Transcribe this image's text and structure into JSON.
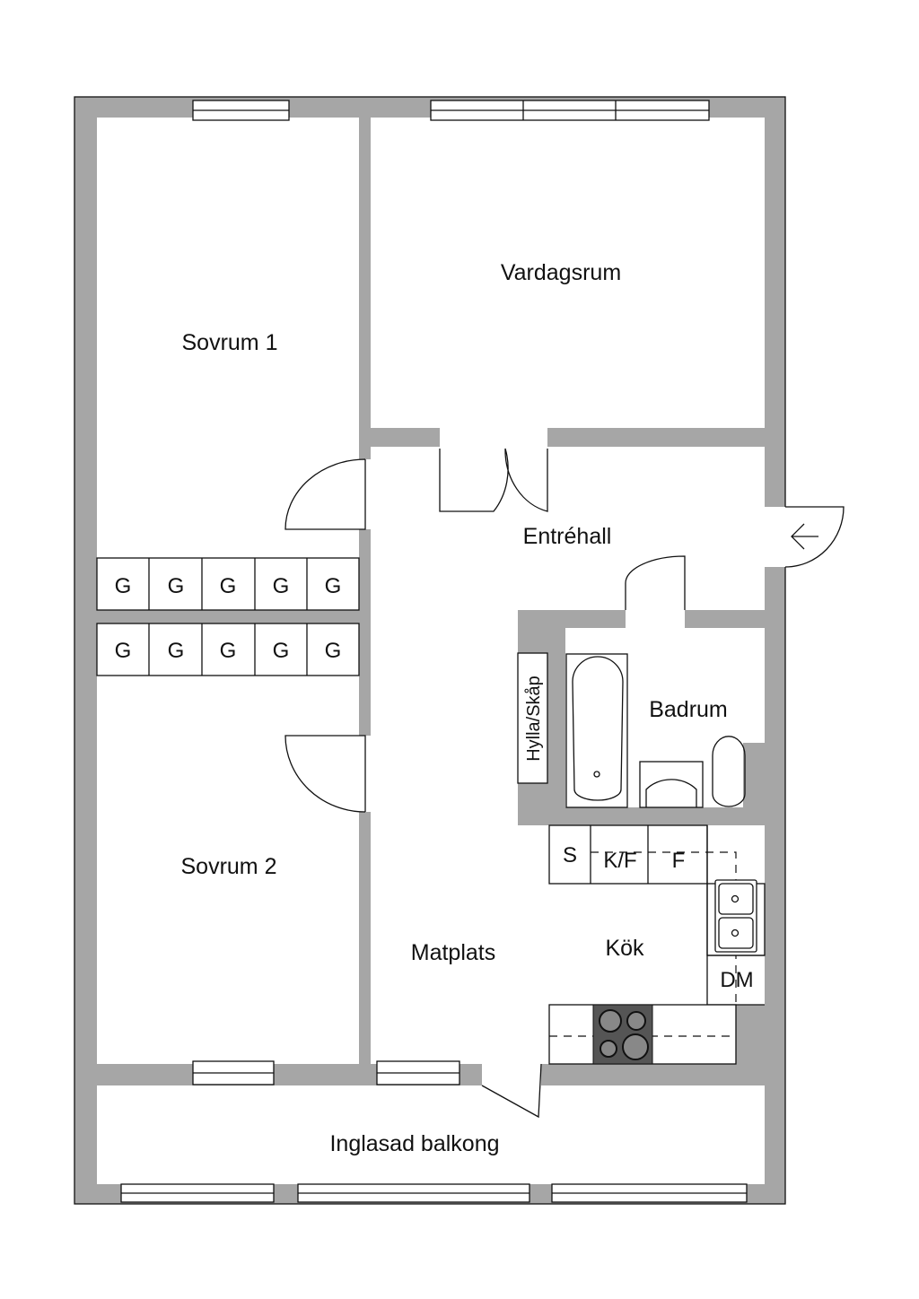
{
  "rooms": {
    "sovrum1": "Sovrum 1",
    "vardagsrum": "Vardagsrum",
    "entrehall": "Entréhall",
    "badrum": "Badrum",
    "hylla": "Hylla/Skåp",
    "sovrum2": "Sovrum 2",
    "matplats": "Matplats",
    "kok": "Kök",
    "balkong": "Inglasad balkong"
  },
  "closets": {
    "row1": [
      "G",
      "G",
      "G",
      "G",
      "G"
    ],
    "row2": [
      "G",
      "G",
      "G",
      "G",
      "G"
    ]
  },
  "kitchen": {
    "s": "S",
    "kf": "K/F",
    "f": "F",
    "dm": "DM"
  },
  "colors": {
    "wall": "#a6a6a6",
    "stove": "#555555"
  }
}
